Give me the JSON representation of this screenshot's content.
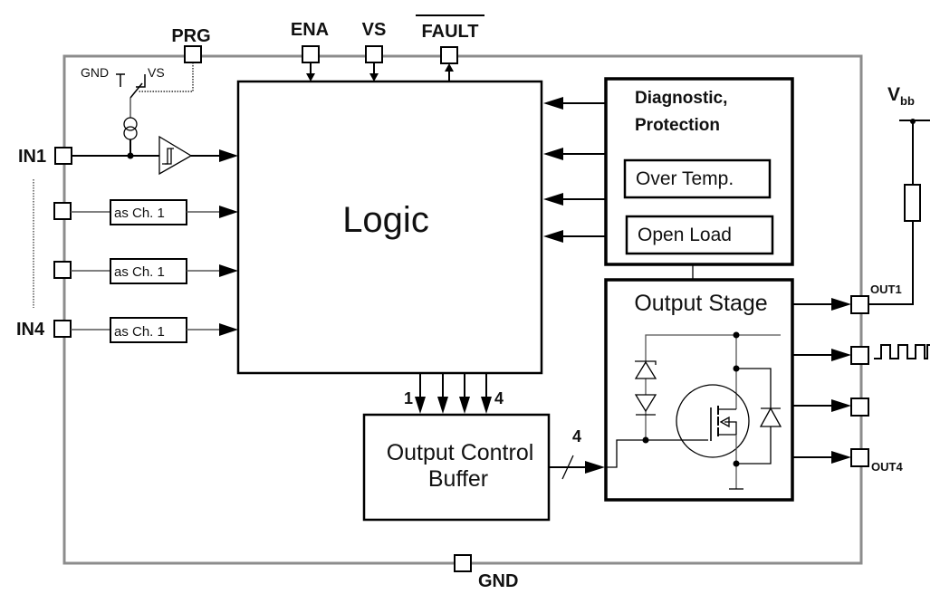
{
  "colors": {
    "frame": "#8c8c8c",
    "line": "#000000",
    "text": "#111111",
    "background": "#ffffff"
  },
  "top_pins": {
    "prg": "PRG",
    "ena": "ENA",
    "vs": "VS",
    "fault": "FAULT",
    "fault_overbar": true
  },
  "program_switch": {
    "gnd_label": "GND",
    "vs_label": "VS"
  },
  "inputs": {
    "in1": "IN1",
    "in4": "IN4",
    "channel_copy_label": "as Ch. 1",
    "channel_copies": [
      "as Ch. 1",
      "as Ch. 1",
      "as Ch. 1"
    ]
  },
  "blocks": {
    "logic": "Logic",
    "diagnostic_line1": "Diagnostic,",
    "diagnostic_line2": "Protection",
    "over_temp": "Over Temp.",
    "open_load": "Open Load",
    "output_stage": "Output Stage",
    "output_control_line1": "Output Control",
    "output_control_line2": "Buffer"
  },
  "bus": {
    "first_channel": "1",
    "last_channel": "4",
    "bus_width": "4"
  },
  "outputs": {
    "out1": "OUT1",
    "out4": "OUT4"
  },
  "supply": {
    "vbb_main": "V",
    "vbb_sub": "bb"
  },
  "bottom_pins": {
    "gnd": "GND"
  }
}
